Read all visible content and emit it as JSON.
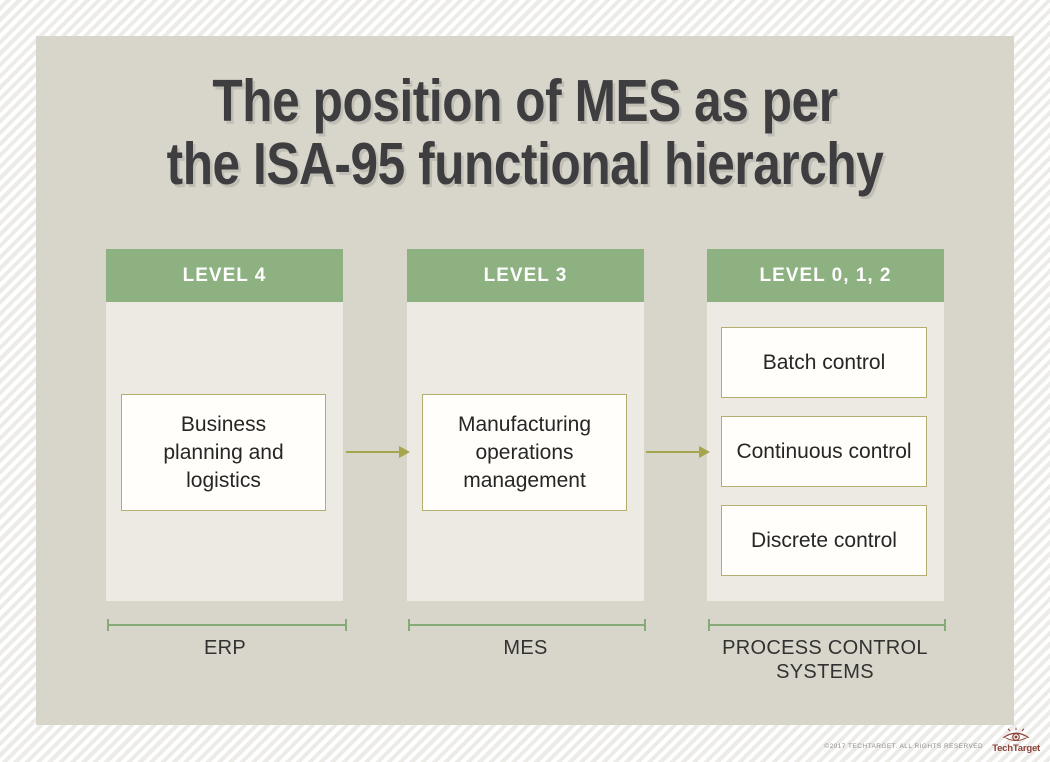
{
  "title": {
    "line1": "The position of MES as per",
    "line2": "the ISA-95 functional hierarchy"
  },
  "columns": [
    {
      "header": "LEVEL 4",
      "boxes": [
        "Business planning and logistics"
      ],
      "bracket_label": "ERP"
    },
    {
      "header": "LEVEL 3",
      "boxes": [
        "Manufacturing operations management"
      ],
      "bracket_label": "MES"
    },
    {
      "header": "LEVEL 0, 1, 2",
      "boxes": [
        "Batch control",
        "Continuous control",
        "Discrete control"
      ],
      "bracket_label": "PROCESS CONTROL SYSTEMS"
    }
  ],
  "arrows": [
    {
      "from": "LEVEL 4",
      "to": "LEVEL 3"
    },
    {
      "from": "LEVEL 3",
      "to": "LEVEL 0, 1, 2"
    }
  ],
  "footer": {
    "copyright": "©2017 TECHTARGET. ALL RIGHTS RESERVED",
    "brand": "TechTarget",
    "brand_icon": "eye-target-icon"
  },
  "colors": {
    "header_green": "#8db180",
    "panel_beige": "#d8d5cb",
    "column_body_gray": "#eceae3",
    "box_border_olive": "#b3ad6f",
    "arrow_olive": "#a5a44f",
    "bracket_green": "#86ab78",
    "title_gray": "#3e3d3f",
    "brand_maroon": "#8b4236",
    "outer_stripe": "#ecebe8"
  }
}
